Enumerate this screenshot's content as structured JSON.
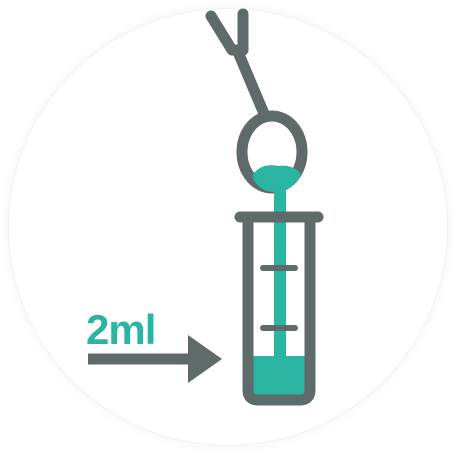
{
  "label": {
    "volume": "2ml"
  },
  "icons": {
    "spoon": "spoon-icon",
    "test_tube": "test-tube-icon",
    "arrow": "arrow-right-icon",
    "liquid": "liquid-icon"
  },
  "colors": {
    "outline": "#5f6b6b",
    "liquid": "#2ab5a2",
    "background": "#ffffff"
  },
  "test_tube": {
    "graduation_marks": 2,
    "fill_level": "2ml"
  }
}
